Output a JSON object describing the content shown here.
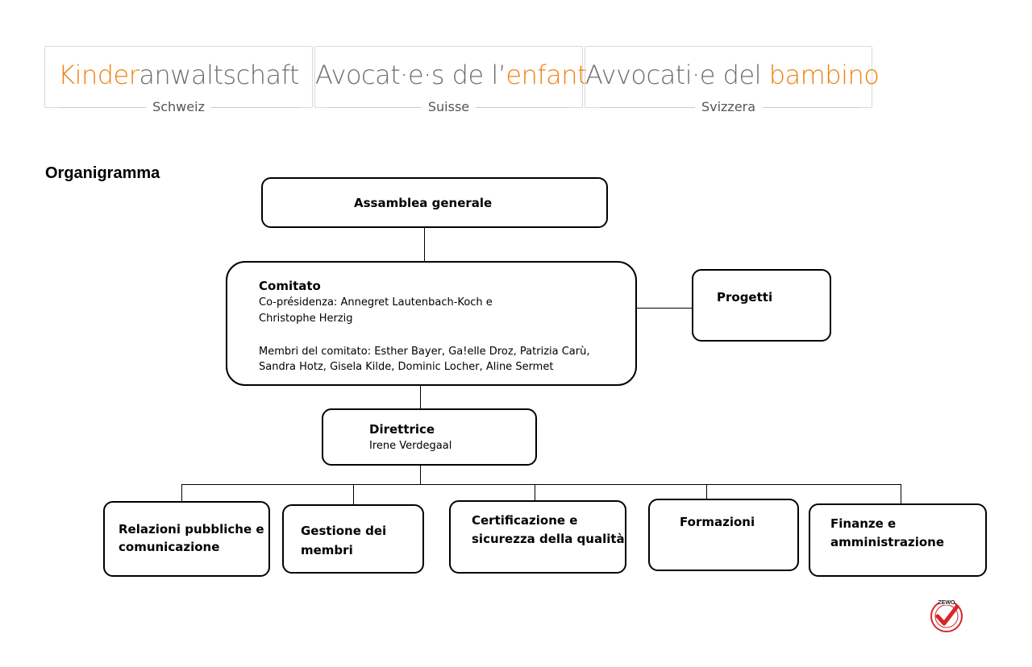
{
  "header": {
    "logos": [
      {
        "prefix_highlight": "Kinder",
        "rest": "anwaltschaft",
        "sub": "Schweiz"
      },
      {
        "text": "Avocat·e·s de l’",
        "highlight": "enfant",
        "sub": "Suisse"
      },
      {
        "text": "Avvocati·e del ",
        "highlight": "bambino",
        "sub": "Svizzera"
      }
    ]
  },
  "title": "Organigramma",
  "org": {
    "assemblea": "Assamblea generale",
    "comitato": {
      "title": "Comitato",
      "line1": "Co-présidenza: Annegret Lautenbach-Koch e",
      "line2": "Christophe Herzig",
      "line3": "Membri del comitato: Esther Bayer, Ga!elle Droz, Patrizia Carù,",
      "line4": "Sandra Hotz, Gisela Kilde, Dominic Locher, Aline Sermet"
    },
    "progetti": "Progetti",
    "direttrice": {
      "title": "Direttrice",
      "name": "Irene Verdegaal"
    },
    "departments": [
      {
        "l1": "Relazioni pubbliche e",
        "l2": "comunicazione"
      },
      {
        "l1": "Gestione dei",
        "l2": "membri"
      },
      {
        "l1": "Certificazione e",
        "l2": "sicurezza della qualità"
      },
      {
        "l1": "Formazioni",
        "l2": ""
      },
      {
        "l1": "Finanze e",
        "l2": "amministrazione"
      }
    ]
  },
  "badge": {
    "label": "ZEWO",
    "icon": "zewo-checkmark-seal-icon",
    "color": "#d7262b"
  },
  "colors": {
    "accent": "#ee8012",
    "text": "#000000",
    "muted": "#6d6d6d"
  }
}
